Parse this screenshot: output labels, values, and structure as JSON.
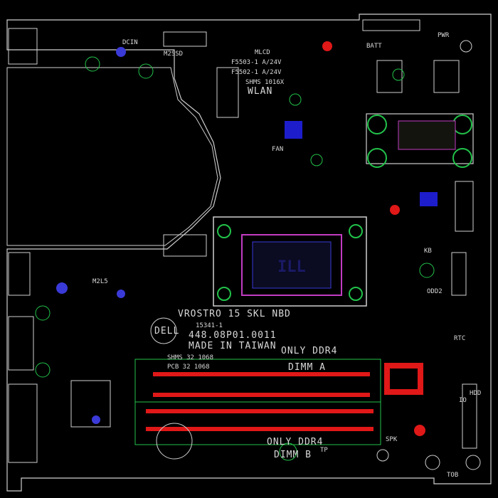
{
  "labels": {
    "dcin": "DCIN",
    "m2ssd": "M2SSD",
    "wlan": "WLAN",
    "wlan_note1": "F5503-1 A/24V",
    "wlan_note2": "F5502-1 A/24V",
    "wlan_note3": "SHMS 1016X",
    "mlcd": "MLCD",
    "pwr": "PWR",
    "batt": "BATT",
    "fan": "FAN",
    "vendor1": "VROSTRO 15 SKL NBD",
    "vendor2": "15341-1",
    "vendor3": "448.08P01.0011",
    "made_in": "MADE IN TAIWAN",
    "ddr_a1": "ONLY DDR4",
    "ddr_a2": "DIMM A",
    "ddr_b1": "ONLY DDR4",
    "ddr_b2": "DIMM B",
    "m2l5": "M2L5",
    "kb": "KB",
    "odd": "ODD2",
    "hdd": "HDD",
    "spk": "SPK",
    "rtc": "RTC",
    "io": "IO",
    "tob": "TOB",
    "tp": "TP",
    "cpu_mark": "ILL",
    "brand": "DELL",
    "dimm_note1": "SHMS 32 1068",
    "dimm_note2": "PCB 32 1068"
  },
  "colors": {
    "background": "#000000",
    "outline": "#cfcfcf",
    "green": "#22c24a",
    "red": "#e01818",
    "blue": "#3a3ad8",
    "magenta": "#c23cc2",
    "cyan": "#33cccc",
    "white": "#d8d8d8"
  }
}
